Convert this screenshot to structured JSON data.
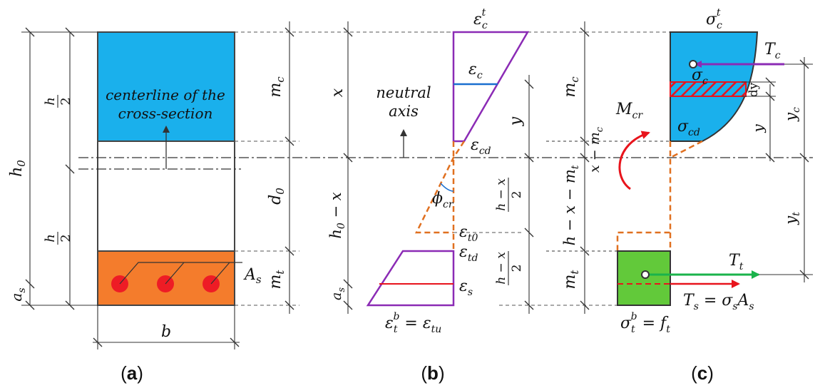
{
  "colors": {
    "compression": "#1ab0ec",
    "tension_zone": "#f47c2c",
    "rebar": "#ee1c25",
    "tension_block": "#62c93a",
    "strain_outline": "#8b2bb5",
    "orange_dashed": "#e07020",
    "red": "#e8141c",
    "green": "#1ab34b",
    "blue": "#1a6fd0"
  },
  "panel_a": {
    "caption_open": "(",
    "caption_letter": "a",
    "caption_close": ")",
    "centerline_line1": "centerline of the",
    "centerline_line2": "cross-section",
    "h0": "h",
    "h0_sub": "0",
    "h_half_num": "h",
    "h_half_den": "2",
    "as": "a",
    "as_sub": "s",
    "As": "A",
    "As_sub": "s",
    "b": "b",
    "mc": "m",
    "mc_sub": "c",
    "d0": "d",
    "d0_sub": "0",
    "mt": "m",
    "mt_sub": "t"
  },
  "panel_b": {
    "caption_open": "(",
    "caption_letter": "b",
    "caption_close": ")",
    "neutral_axis_1": "neutral",
    "neutral_axis_2": "axis",
    "x": "x",
    "h0_minus_x": "h",
    "h0_minus_x_sub": "0",
    "h0_minus_x_tail": " − x",
    "as": "a",
    "as_sub": "s",
    "y": "y",
    "hx_half_num": "h − x",
    "hx_half_den": "2",
    "eps": "ε",
    "eps_ct_sub": "c",
    "eps_ct_sup": "t",
    "eps_c_sub": "c",
    "eps_cd_sub": "cd",
    "phi": "ϕ",
    "phi_sub": "cr",
    "eps_t0_sub": "t0",
    "eps_td_sub": "td",
    "eps_s_sub": "s",
    "eps_tb_sub": "t",
    "eps_tb_sup": "b",
    "eq": " = ",
    "eps_tu_sub": "tu"
  },
  "panel_c": {
    "caption_open": "(",
    "caption_letter": "c",
    "caption_close": ")",
    "sigma": "σ",
    "sigma_ct_sub": "c",
    "sigma_ct_sup": "t",
    "Tc": "T",
    "Tc_sub": "c",
    "sigma_c_sub": "c",
    "dy": "dy",
    "sigma_cd_sub": "cd",
    "Mcr": "M",
    "Mcr_sub": "cr",
    "mc": "m",
    "mc_sub": "c",
    "x_minus_mc": "x − m",
    "x_minus_mc_sub": "c",
    "h_x_mt": "h − x − m",
    "h_x_mt_sub": "t",
    "mt": "m",
    "mt_sub": "t",
    "y": "y",
    "yc": "y",
    "yc_sub": "c",
    "yt": "y",
    "yt_sub": "t",
    "Tt": "T",
    "Tt_sub": "t",
    "Ts": "T",
    "Ts_sub": "s",
    "Ts_eq": " = σ",
    "Ts_sigma_sub": "s",
    "Ts_A": "A",
    "Ts_A_sub": "s",
    "sigma_tb_sub": "t",
    "sigma_tb_sup": "b",
    "ft_eq": " = f",
    "ft_sub": "t"
  }
}
